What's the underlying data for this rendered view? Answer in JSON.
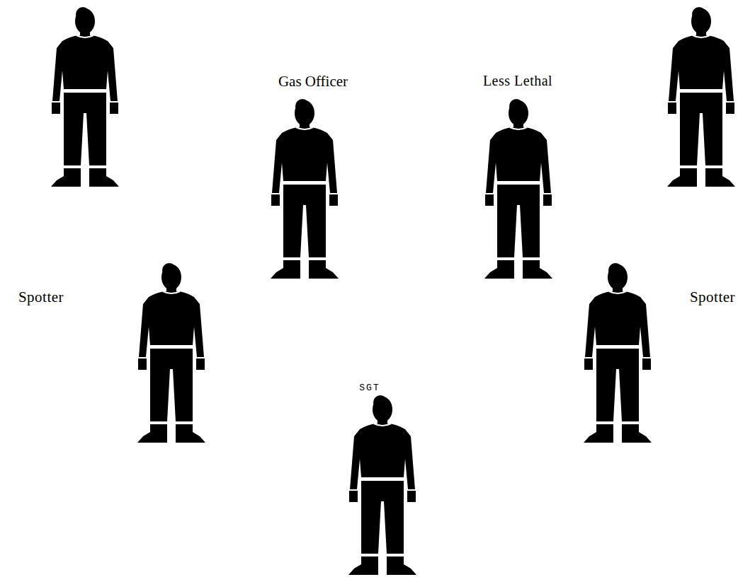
{
  "diagram": {
    "labels": [
      "Gas Officer",
      "Less Lethal",
      "Spotter",
      "Spotter",
      "SGT"
    ]
  }
}
